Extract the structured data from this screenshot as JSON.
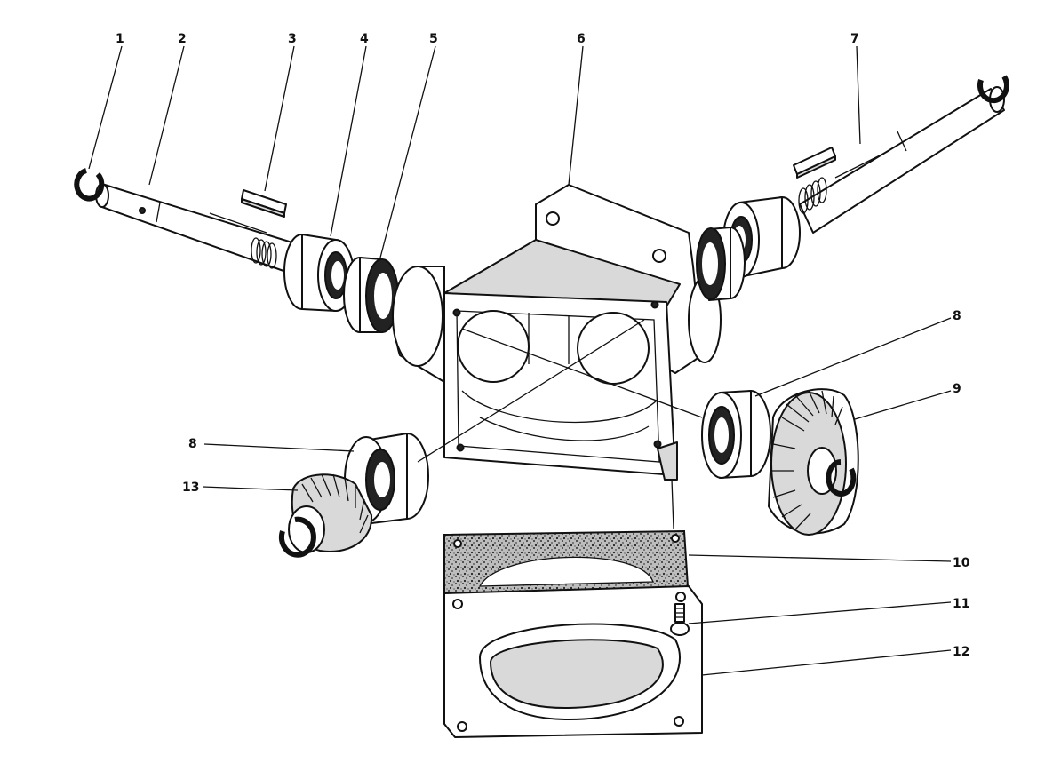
{
  "callouts": [
    {
      "id": "c1",
      "label": "1"
    },
    {
      "id": "c2",
      "label": "2"
    },
    {
      "id": "c3",
      "label": "3"
    },
    {
      "id": "c4",
      "label": "4"
    },
    {
      "id": "c5",
      "label": "5"
    },
    {
      "id": "c6",
      "label": "6"
    },
    {
      "id": "c7",
      "label": "7"
    },
    {
      "id": "c8a",
      "label": "8"
    },
    {
      "id": "c8b",
      "label": "8"
    },
    {
      "id": "c9",
      "label": "9"
    },
    {
      "id": "c10",
      "label": "10"
    },
    {
      "id": "c11",
      "label": "11"
    },
    {
      "id": "c12",
      "label": "12"
    },
    {
      "id": "c13",
      "label": "13"
    }
  ],
  "colors": {
    "ink": "#111111",
    "paper": "#ffffff",
    "shade": "#d9d9d9",
    "gasket": "#8a8a8a"
  }
}
